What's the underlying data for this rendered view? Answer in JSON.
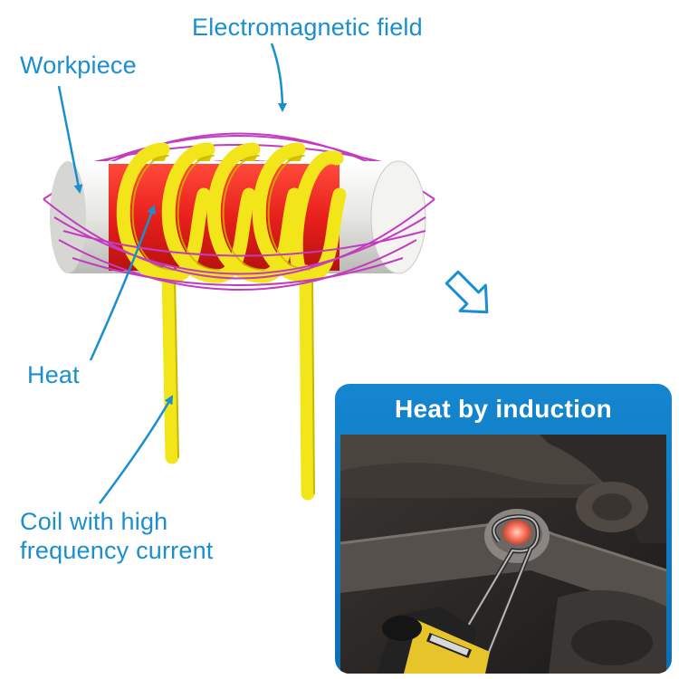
{
  "labels": {
    "electromagnetic_field": "Electromagnetic field",
    "workpiece": "Workpiece",
    "heat": "Heat",
    "coil_line1": "Coil with high",
    "coil_line2": "frequency current"
  },
  "inset": {
    "title": "Heat by induction"
  },
  "colors": {
    "label_blue": "#1a8fd0",
    "field_magenta": "#c33cc0",
    "coil_yellow": "#f2e51a",
    "heat_red": "#e8201c",
    "workpiece_white": "#e9e9e6",
    "inset_blue": "#1486cf"
  },
  "icons": [
    "outline-arrow-icon",
    "pointer-arrow-icon"
  ]
}
